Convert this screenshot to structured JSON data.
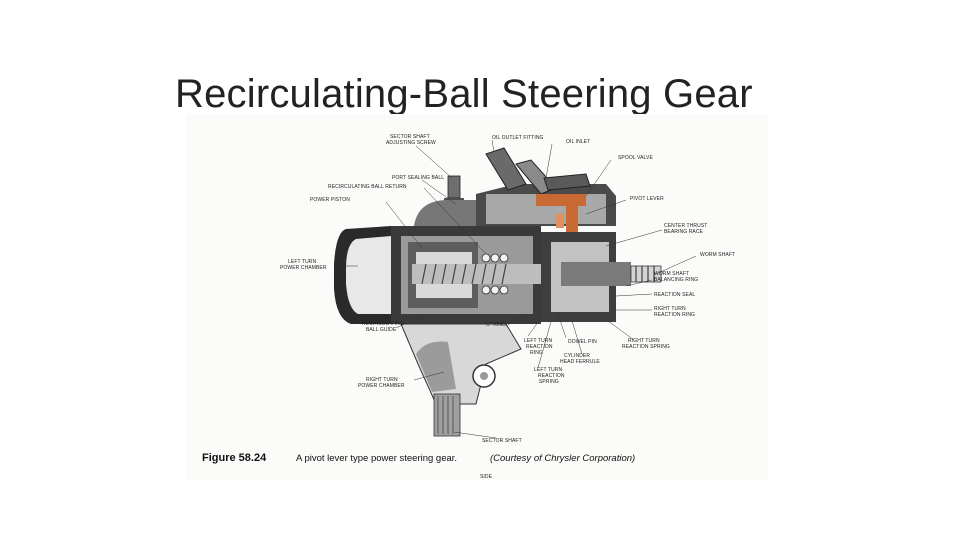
{
  "slide": {
    "title": "Recirculating-Ball Steering Gear"
  },
  "figure": {
    "labels": {
      "sector_shaft_adjusting_screw_1": "SECTOR SHAFT",
      "sector_shaft_adjusting_screw_2": "ADJUSTING SCREW",
      "oil_outlet_fitting": "OIL OUTLET FITTING",
      "oil_inlet": "OIL INLET",
      "spool_valve": "SPOOL VALVE",
      "port_sealing_ball": "PORT SEALING BALL",
      "recirculating_ball_return": "RECIRCULATING BALL RETURN",
      "power_piston": "POWER PISTON",
      "pivot_lever": "PIVOT LEVER",
      "center_thrust_1": "CENTER THRUST",
      "center_thrust_2": "BEARING RACE",
      "worm_shaft": "WORM SHAFT",
      "left_turn_1": "LEFT TURN",
      "left_turn_2": "POWER CHAMBER",
      "worm_shaft_balancing_1": "WORM SHAFT",
      "worm_shaft_balancing_2": "BALANCING RING",
      "reaction_seal": "REACTION SEAL",
      "right_turn_reaction_ring_1": "RIGHT TURN",
      "right_turn_reaction_ring_2": "REACTION RING",
      "recirculating_ball_guide_1": "RECIRCULATING",
      "recirculating_ball_guide_2": "BALL GUIDE",
      "o_ring": "\"O\" RING",
      "left_turn_reaction_ring_1": "LEFT TURN",
      "left_turn_reaction_ring_2": "REACTION",
      "left_turn_reaction_ring_3": "RING",
      "dowel_pin": "DOWEL PIN",
      "right_turn_reaction_spring_1": "RIGHT TURN",
      "right_turn_reaction_spring_2": "REACTION SPRING",
      "cylinder_head_ferrule_1": "CYLINDER",
      "cylinder_head_ferrule_2": "HEAD FERRULE",
      "left_turn_reaction_spring_1": "LEFT TURN",
      "left_turn_reaction_spring_2": "REACTION",
      "left_turn_reaction_spring_3": "SPRING",
      "right_turn_power_chamber_1": "RIGHT TURN",
      "right_turn_power_chamber_2": "POWER CHAMBER",
      "sector_shaft": "SECTOR SHAFT",
      "side": "SIDE"
    },
    "caption": {
      "number": "Figure 58.24",
      "text": "A pivot lever type power steering gear.",
      "credit": "(Courtesy of Chrysler Corporation)"
    },
    "colors": {
      "valve_accent": "#c96a35",
      "metal_dark": "#2a2a2a",
      "metal_mid": "#8a8a8a",
      "metal_light": "#cfcfcf"
    }
  }
}
